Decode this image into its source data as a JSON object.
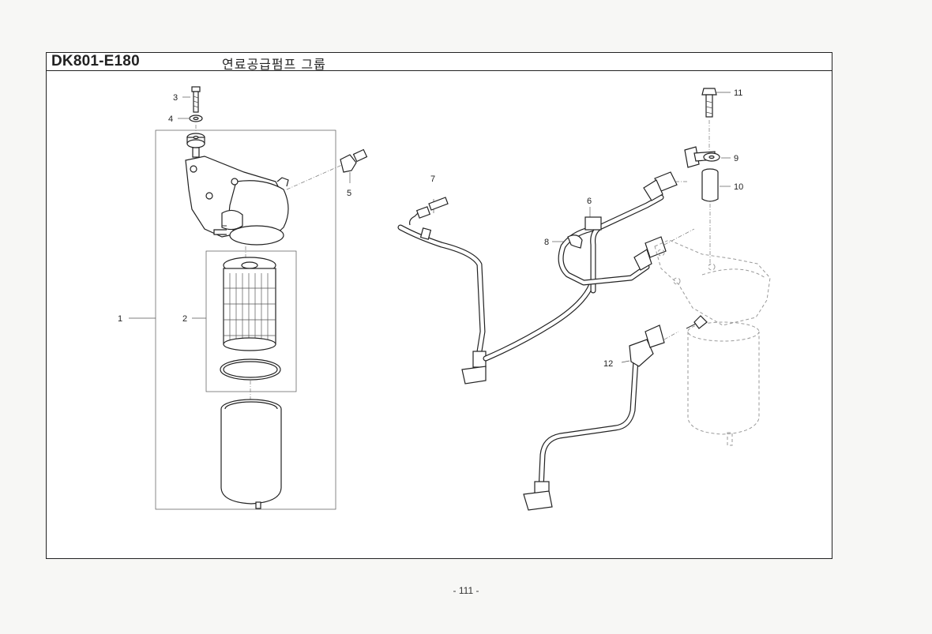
{
  "header": {
    "code": "DK801-E180",
    "title": "연료공급펌프 그룹"
  },
  "callouts": [
    "1",
    "2",
    "3",
    "4",
    "5",
    "6",
    "7",
    "8",
    "9",
    "10",
    "11",
    "12"
  ],
  "page": {
    "number": "- 111 -"
  }
}
